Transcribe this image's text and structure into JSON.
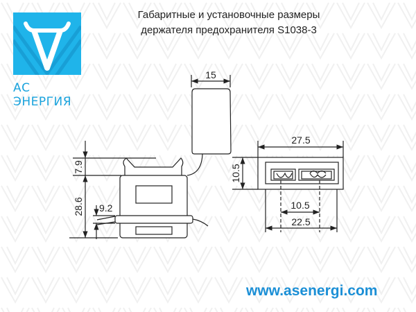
{
  "title": {
    "line1": "Габаритные и установочные размеры",
    "line2": "держателя предохранителя S1038-3"
  },
  "logo": {
    "brand_text": "АС ЭНЕРГИЯ",
    "color": "#1aa3dd"
  },
  "website": "www.asenergi.com",
  "dimensions": {
    "cap_width": "15",
    "ear_height": "7.9",
    "body_height": "28.6",
    "band_height": "9.2",
    "end_width": "27.5",
    "end_height": "10.5",
    "contact_pitch": "10.5",
    "inner_width": "22.5"
  }
}
